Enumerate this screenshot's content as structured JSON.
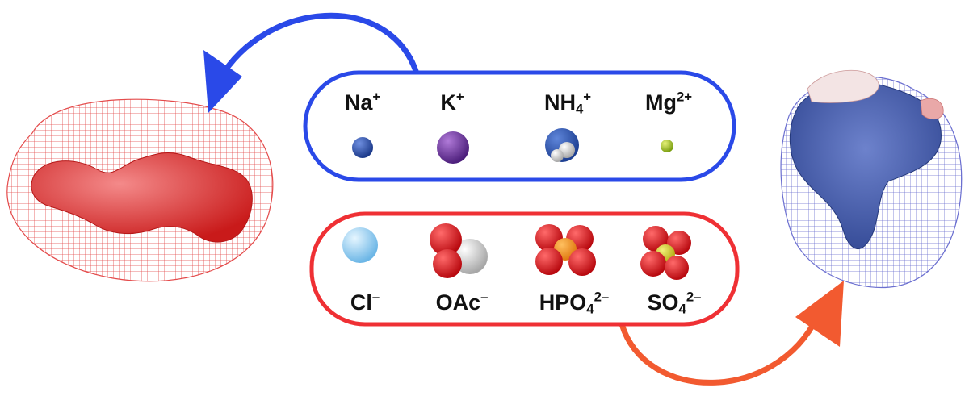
{
  "cations": {
    "sodium": {
      "base": "Na",
      "sub": "",
      "sup": "+"
    },
    "potassium": {
      "base": "K",
      "sub": "",
      "sup": "+"
    },
    "ammonium": {
      "base": "NH",
      "sub": "4",
      "sup": "+"
    },
    "magnesium": {
      "base": "Mg",
      "sub": "",
      "sup": "2+"
    }
  },
  "anions": {
    "chloride": {
      "base": "Cl",
      "sub": "",
      "sup": "–"
    },
    "acetate": {
      "base": "OAc",
      "sub": "",
      "sup": "–"
    },
    "phosphate": {
      "base": "HPO",
      "sub": "4",
      "sup": "2–"
    },
    "sulfate": {
      "base": "SO",
      "sub": "4",
      "sup": "2–"
    }
  },
  "colors": {
    "cation_frame": "#2a49e8",
    "anion_frame": "#ef3034",
    "blue_arrow": "#2a49e8",
    "orange_arrow": "#f25a30",
    "left_protein": "#e23a3a",
    "right_protein": "#3f56a6"
  }
}
